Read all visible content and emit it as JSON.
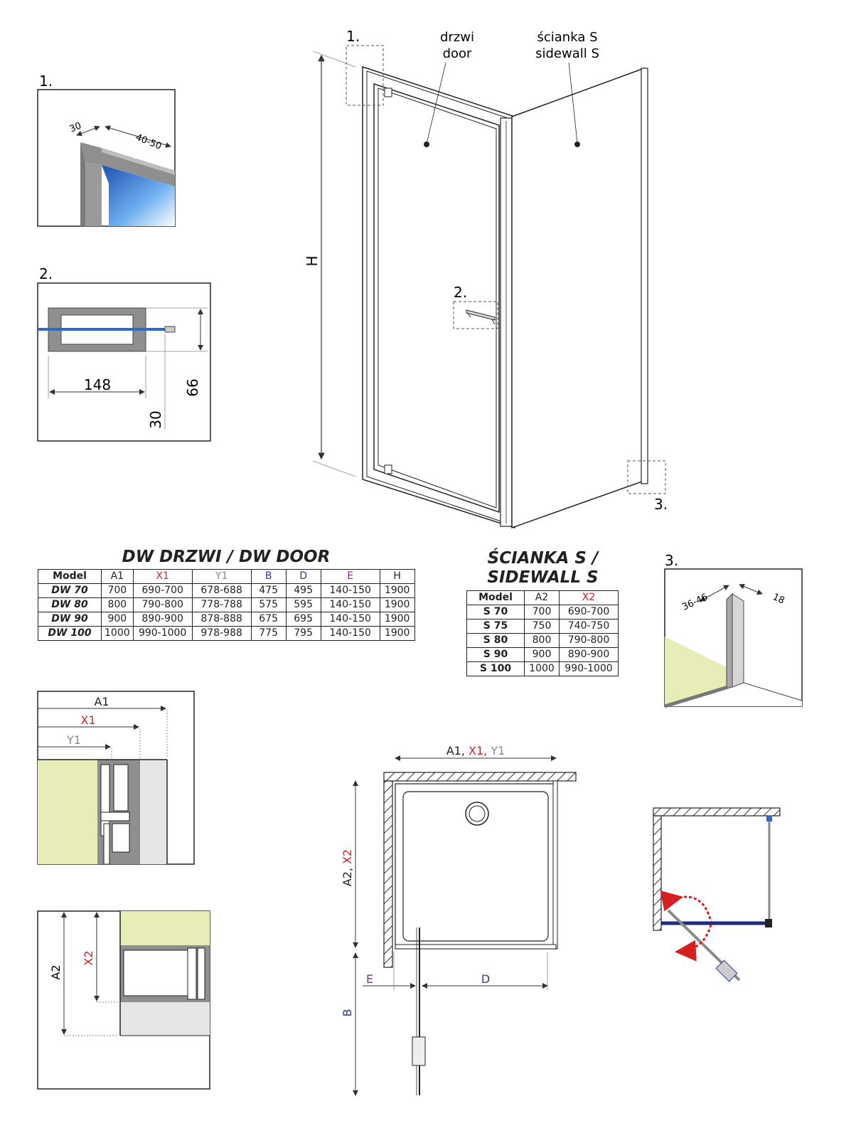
{
  "colors": {
    "red": "#d42020",
    "blue": "#2b3a8f",
    "gray": "#8a8a8a",
    "purple": "#8a2a8a",
    "green": "#e8edb8"
  },
  "main": {
    "detail1_callout": "1.",
    "detail2_callout": "2.",
    "detail3_callout": "3.",
    "door_label_pl": "drzwi",
    "door_label_en": "door",
    "sidewall_label_pl": "ścianka S",
    "sidewall_label_en": "sidewall S",
    "height_label": "H"
  },
  "detail1": {
    "label": "1.",
    "dim_a": "30",
    "dim_b": "40-50"
  },
  "detail2": {
    "label": "2.",
    "width": "148",
    "height": "66",
    "offset": "30"
  },
  "detail3": {
    "label": "3.",
    "dim_a": "36-46",
    "dim_b": "18"
  },
  "door_table": {
    "title": "DW DRZWI / DW DOOR",
    "headers": [
      "Model",
      "A1",
      "X1",
      "Y1",
      "B",
      "D",
      "E",
      "H"
    ],
    "rows": [
      [
        "DW 70",
        "700",
        "690-700",
        "678-688",
        "475",
        "495",
        "140-150",
        "1900"
      ],
      [
        "DW 80",
        "800",
        "790-800",
        "778-788",
        "575",
        "595",
        "140-150",
        "1900"
      ],
      [
        "DW 90",
        "900",
        "890-900",
        "878-888",
        "675",
        "695",
        "140-150",
        "1900"
      ],
      [
        "DW 100",
        "1000",
        "990-1000",
        "978-988",
        "775",
        "795",
        "140-150",
        "1900"
      ]
    ]
  },
  "side_table": {
    "title_line1": "ŚCIANKA S /",
    "title_line2": "SIDEWALL S",
    "headers": [
      "Model",
      "A2",
      "X2"
    ],
    "rows": [
      [
        "S 70",
        "700",
        "690-700"
      ],
      [
        "S 75",
        "750",
        "740-750"
      ],
      [
        "S 80",
        "800",
        "790-800"
      ],
      [
        "S 90",
        "900",
        "890-900"
      ],
      [
        "S 100",
        "1000",
        "990-1000"
      ]
    ]
  },
  "section_a1": {
    "a1": "A1",
    "x1": "X1",
    "y1": "Y1"
  },
  "section_a2": {
    "a2": "A2",
    "x2": "X2"
  },
  "plan": {
    "top_a": "A1, ",
    "top_x": "X1, ",
    "top_y": "Y1",
    "side_a": "A2, ",
    "side_x": "X2",
    "e": "E",
    "d": "D",
    "b": "B"
  }
}
